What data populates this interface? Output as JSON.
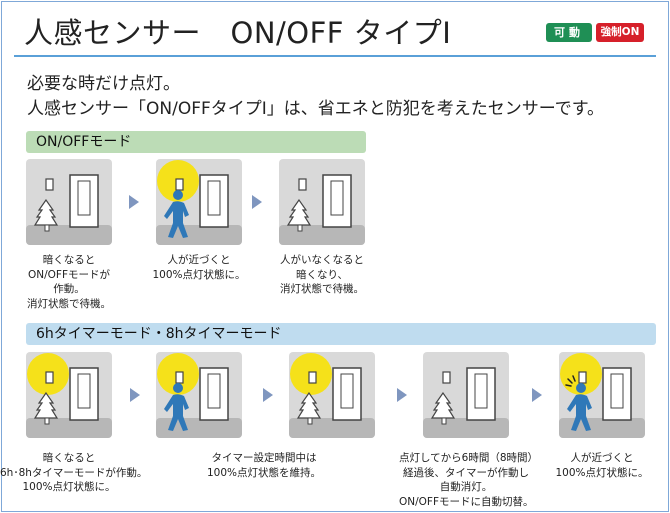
{
  "title": "人感センサー　ON/OFF タイプⅠ",
  "badges": {
    "kado": "可動",
    "kyosei": "強制ON"
  },
  "intro": {
    "line1": "必要な時だけ点灯。",
    "line2": "人感センサー「ON/OFFタイプⅠ」は、省エネと防犯を考えたセンサーです。"
  },
  "modes": {
    "onoff": {
      "label": "ON/OFFモード",
      "captions": [
        [
          "暗くなると",
          "ON/OFFモードが",
          "作動。",
          "消灯状態で待機。"
        ],
        [
          "人が近づくと",
          "100%点灯状態に。"
        ],
        [
          "人がいなくなると",
          "暗くなり、",
          "消灯状態で待機。"
        ]
      ]
    },
    "timer": {
      "label": "6hタイマーモード・8hタイマーモード",
      "captions": [
        [
          "暗くなると",
          "6h･8hタイマーモードが作動。",
          "100%点灯状態に。"
        ],
        [
          "タイマー設定時間中は",
          "100%点灯状態を維持。"
        ],
        [
          "点灯してから6時間（8時間）",
          "経過後、タイマーが作動し",
          "自動消灯。",
          "ON/OFFモードに自動切替。"
        ],
        [
          "人が近づくと",
          "100%点灯状態に。"
        ]
      ]
    }
  },
  "colors": {
    "accent_rule": "#5aa0d8",
    "frame": "#7fa8d8",
    "kado_badge": "#1f8f55",
    "kyosei_badge": "#d6202a",
    "onoff_bar": "#bcdcb6",
    "timer_bar": "#bfdcef",
    "light_glow": "#f5e11a",
    "person": "#2f78b8",
    "arrow": "#7f96bf"
  }
}
